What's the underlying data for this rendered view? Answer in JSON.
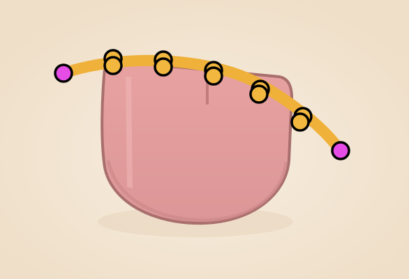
{
  "scene": {
    "subject": "tongue-illustration",
    "colors": {
      "background": "#f3e6d2",
      "tongue_fill": "#e6a0a0",
      "tongue_shade": "#c98585",
      "tongue_outline": "#a96f6c",
      "curve_stroke": "#efb13a",
      "control_point_fill": "#f2b73e",
      "endpoint_fill": "#e64ce6",
      "point_outline": "#000000"
    },
    "curve": {
      "endpoint_count": 2,
      "control_point_count": 12
    }
  }
}
